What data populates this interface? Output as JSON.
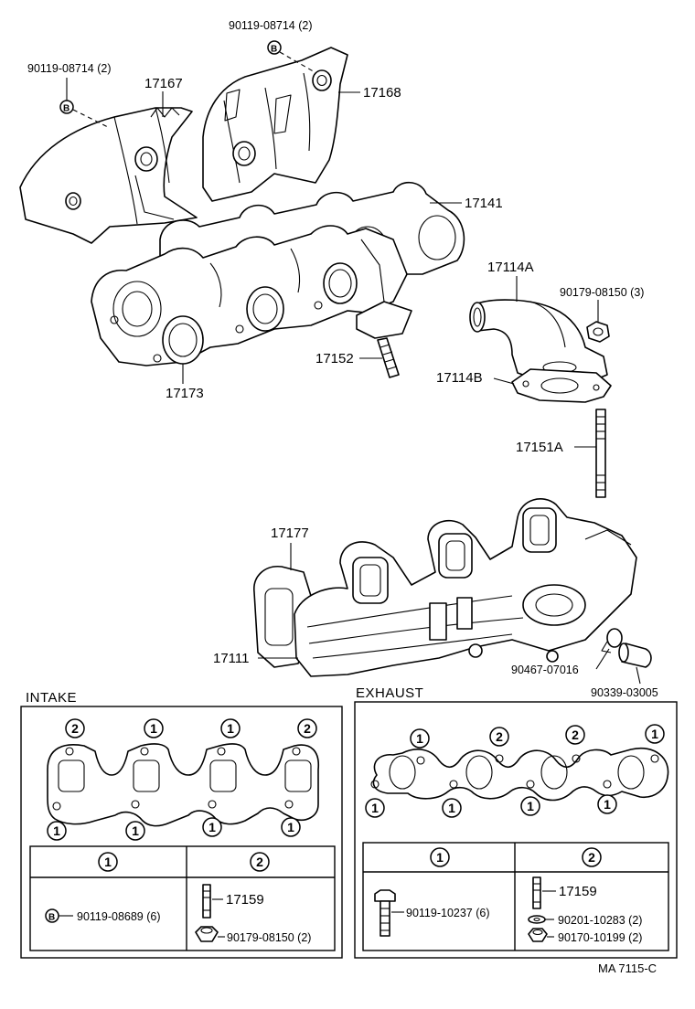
{
  "diagram_code": "MA 7115-C",
  "upper_labels": {
    "bolt_b_top": "90119-08714 (2)",
    "bolt_b_left": "90119-08714 (2)",
    "b_mark": "B",
    "heat_insulator_left": "17167",
    "heat_insulator_right": "17168",
    "exhaust_gasket": "17141",
    "exhaust_manifold": "17173",
    "stud_upper": "17152",
    "water_outlet": "17114A",
    "outlet_gasket": "17114B",
    "nut_upper": "90179-08150 (3)",
    "stud_long": "17151A",
    "intake_gasket": "17177",
    "intake_manifold": "17111",
    "hose_clamp": "90467-07016",
    "cap": "90339-03005"
  },
  "intake_panel": {
    "title": "INTAKE",
    "top_marks": [
      "2",
      "1",
      "1",
      "2"
    ],
    "bottom_marks": [
      "1",
      "1",
      "1",
      "1"
    ],
    "table": {
      "headers": [
        "1",
        "2"
      ],
      "col1": {
        "mark": "B",
        "part": "90119-08689 (6)"
      },
      "col2": {
        "stud": "17159",
        "nut": "90179-08150 (2)"
      }
    }
  },
  "exhaust_panel": {
    "title": "EXHAUST",
    "top_marks": [
      "1",
      "2",
      "2",
      "1"
    ],
    "bottom_marks": [
      "1",
      "1",
      "1",
      "1"
    ],
    "table": {
      "headers": [
        "1",
        "2"
      ],
      "col1": {
        "part": "90119-10237 (6)"
      },
      "col2": {
        "stud": "17159",
        "washer": "90201-10283 (2)",
        "nut": "90170-10199 (2)"
      }
    }
  }
}
